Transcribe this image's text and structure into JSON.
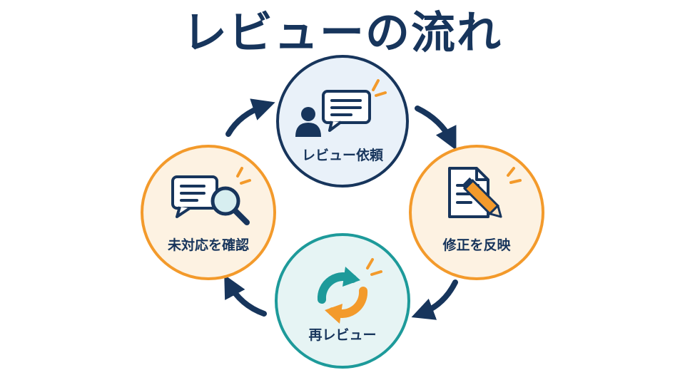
{
  "title": "レビューの流れ",
  "colors": {
    "navy": "#17355c",
    "orange": "#f39a2b",
    "teal": "#1d9a9a",
    "circle_fill_blue": "#e9f1f9",
    "circle_fill_orange": "#fdf2e2",
    "circle_fill_teal": "#e6f4f4"
  },
  "nodes": [
    {
      "id": "request",
      "label": "レビュー依頼",
      "icon": "person-chat-icon"
    },
    {
      "id": "apply",
      "label": "修正を反映",
      "icon": "document-pencil-icon"
    },
    {
      "id": "rereview",
      "label": "再レビュー",
      "icon": "refresh-cycle-icon"
    },
    {
      "id": "check",
      "label": "未対応を確認",
      "icon": "chat-magnifier-icon"
    }
  ]
}
